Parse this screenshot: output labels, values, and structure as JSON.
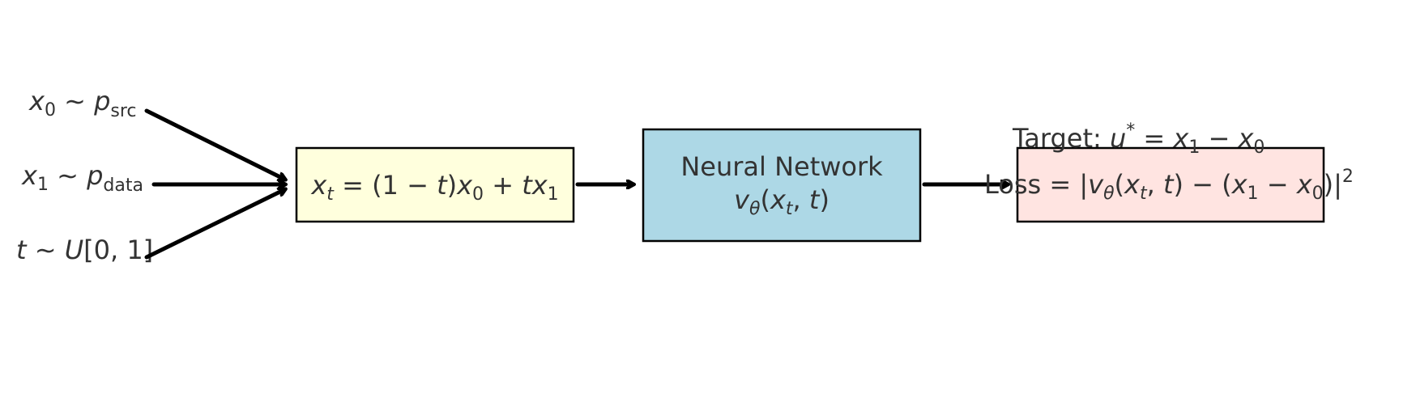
{
  "inputs": {
    "x0": "x₀ ∼ p_src",
    "x1": "x₁ ∼ p_data",
    "t": "t ∼ U[0, 1]"
  },
  "interpolation_box": {
    "formula": "x_t = (1 − t)x₀ + tx₁",
    "fill": "#ffffdd"
  },
  "network_box": {
    "title": "Neural Network",
    "formula": "v_θ(x_t, t)",
    "fill": "#add8e6"
  },
  "loss_box": {
    "target_label": "Target: u* = x₁ − x₀",
    "loss_label": "Loss = |v_θ(x_t, t) − (x₁ − x₀)|²",
    "fill": "#ffe4e1"
  }
}
